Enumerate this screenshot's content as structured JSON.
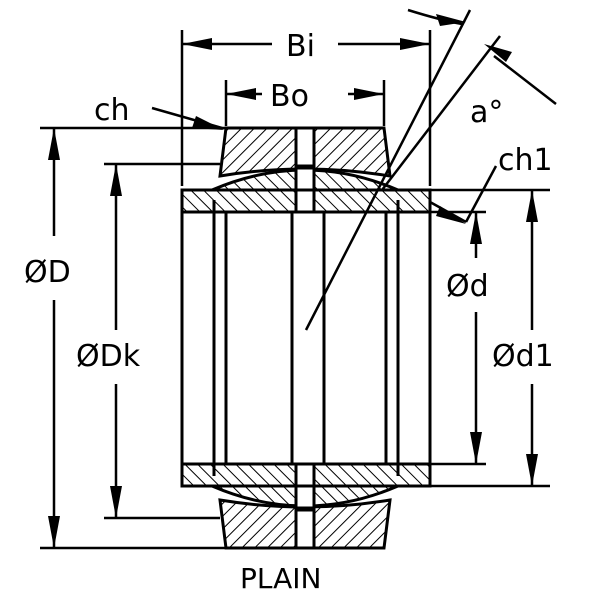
{
  "labels": {
    "bi": "Bi",
    "bo": "Bo",
    "ch": "ch",
    "ch1": "ch1",
    "angle": "a°",
    "outer_diameter": "ØD",
    "sphere_diameter": "ØDk",
    "bore_diameter": "Ød",
    "inner_ring_diameter": "Ød1",
    "seal_type": "PLAIN"
  },
  "colors": {
    "ink": "#000000",
    "background": "#ffffff"
  }
}
